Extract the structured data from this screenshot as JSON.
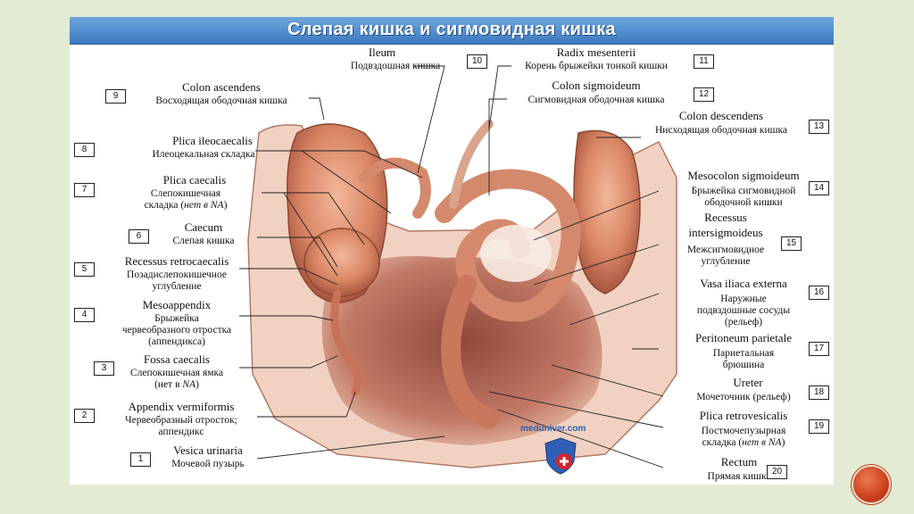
{
  "title": "Слепая кишка и сигмовидная кишка",
  "watermark": "meduniver.com",
  "labels": [
    {
      "n": "1",
      "latin": "Vesica urinaria",
      "ru": "Мочевой пузырь"
    },
    {
      "n": "2",
      "latin": "Appendix vermiformis",
      "ru": "Червеобразный отросток;",
      "ru2": "аппендикс"
    },
    {
      "n": "3",
      "latin": "Fossa caecalis",
      "ru": "Слепокишечная ямка",
      "ru2a": "(нет в ",
      "ru2b": "NA",
      ")": ")"
    },
    {
      "n": "4",
      "latin": "Mesoappendix",
      "ru": "Брыжейка",
      "ru2": "червеобразного отростка",
      "ru3": "(аппендикса)"
    },
    {
      "n": "5",
      "latin": "Recessus retrocaecalis",
      "ru": "Позадислепокишечное",
      "ru2": "углубление"
    },
    {
      "n": "6",
      "latin": "Caecum",
      "ru": "Слепая кишка"
    },
    {
      "n": "7",
      "latin": "Plica caecalis",
      "ru": "Слепокишечная",
      "ru2a": "складка (",
      "ru2b": "нет в NA",
      ")": ")"
    },
    {
      "n": "8",
      "latin": "Plica ileocaecalis",
      "ru": "Илеоцекальная складка"
    },
    {
      "n": "9",
      "latin": "Colon ascendens",
      "ru": "Восходящая ободочная кишка"
    },
    {
      "n": "10",
      "latin": "Ileum",
      "ru": "Подвздошная кишка"
    },
    {
      "n": "11",
      "latin": "Radix mesenterii",
      "ru": "Корень брыжейки тонкой кишки"
    },
    {
      "n": "12",
      "latin": "Colon sigmoideum",
      "ru": "Сигмовидная ободочная кишка"
    },
    {
      "n": "13",
      "latin": "Colon descendens",
      "ru": "Нисходящая ободочная кишка"
    },
    {
      "n": "14",
      "latin": "Mesocolon sigmoideum",
      "ru": "Брыжейка сигмовидной",
      "ru2": "ободочной кишки"
    },
    {
      "n": "15",
      "latin": "Recessus",
      "latin2": "intersigmoideus",
      "ru": "Межсигмовидное",
      "ru2": "углубление"
    },
    {
      "n": "16",
      "latin": "Vasa iliaca externa",
      "ru": "Наружные",
      "ru2": "подвздошные сосуды",
      "ru3": "(рельеф)"
    },
    {
      "n": "17",
      "latin": "Peritoneum parietale",
      "ru": "Париетальная",
      "ru2": "брюшина"
    },
    {
      "n": "18",
      "latin": "Ureter",
      "ru": "Мочеточник (рельеф)"
    },
    {
      "n": "19",
      "latin": "Plica retrovesicalis",
      "ru": "Постмочепузырная",
      "ru2a": "складка (",
      "ru2b": "нет в NA",
      ")": ")"
    },
    {
      "n": "20",
      "latin": "Rectum",
      "ru": "Прямая кишка"
    }
  ]
}
